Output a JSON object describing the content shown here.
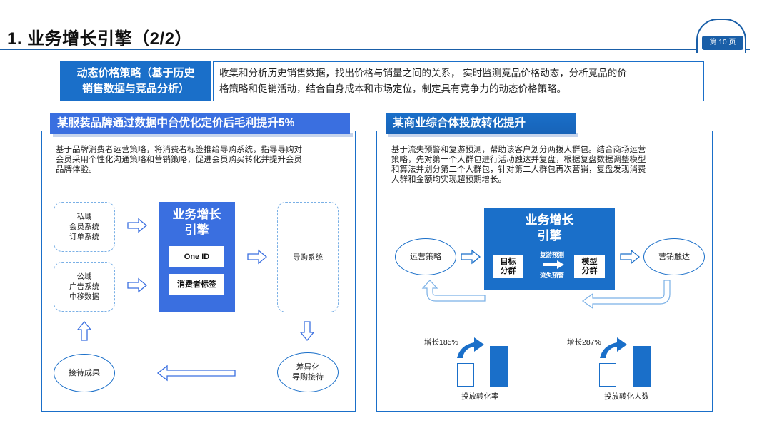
{
  "header": {
    "title": "1. 业务增长引擎（2/2）",
    "page_label": "第 10 页"
  },
  "strategy": {
    "label_line1": "动态价格策略（基于历史",
    "label_line2": "销售数据与竞品分析）",
    "desc_line1": "收集和分析历史销售数据，找出价格与销量之间的关系，  实时监测竞品价格动态，分析竞品的价",
    "desc_line2": "格策略和促销活动，结合自身成本和市场定位，制定具有竞争力的动态价格策略。"
  },
  "left_case": {
    "heading": "某服装品牌通过数据中台优化定价后毛利提升5%",
    "desc_lines": [
      "基于品牌消费者运营策略，将消费者标签推给导购系统，指导导购对",
      "会员采用个性化沟通策略和营销策略，促进会员购买转化并提升会员",
      "品牌体验。"
    ],
    "private_domain": [
      "私域",
      "会员系统",
      "订单系统"
    ],
    "public_domain": [
      "公域",
      "广告系统",
      "中移数据"
    ],
    "engine_line1": "业务增长",
    "engine_line2": "引擎",
    "pill_oneid": "One ID",
    "pill_tags": "消费者标签",
    "guide_system": "导购系统",
    "differentiated": [
      "差异化",
      "导购接待"
    ],
    "reception_result": "接待成果"
  },
  "right_case": {
    "heading": "某商业综合体投放转化提升",
    "desc_lines": [
      "基于流失预警和复游预测，帮助该客户划分两拨人群包。结合商场运营",
      "策略，先对第一个人群包进行活动触达并复盘，根据复盘数据调整模型",
      "和算法并划分第二个人群包，针对第二人群包再次营销，复盘发现消费",
      "人群和金额均实现超预期增长。"
    ],
    "ops_strategy": "运营策略",
    "engine_line1": "业务增长",
    "engine_line2": "引擎",
    "target_seg": [
      "目标",
      "分群"
    ],
    "model_seg": [
      "模型",
      "分群"
    ],
    "revisit_prediction": "复游预测",
    "churn_warning": "流失预警",
    "marketing_reach": "营销触达",
    "growth1_label": "增长185%",
    "growth1_axis": "投放转化率",
    "growth2_label": "增长287%",
    "growth2_axis": "投放转化人数"
  },
  "colors": {
    "primary": "#1a6fc9",
    "accent": "#3a6fe0",
    "dashed": "#7ab0e6"
  }
}
